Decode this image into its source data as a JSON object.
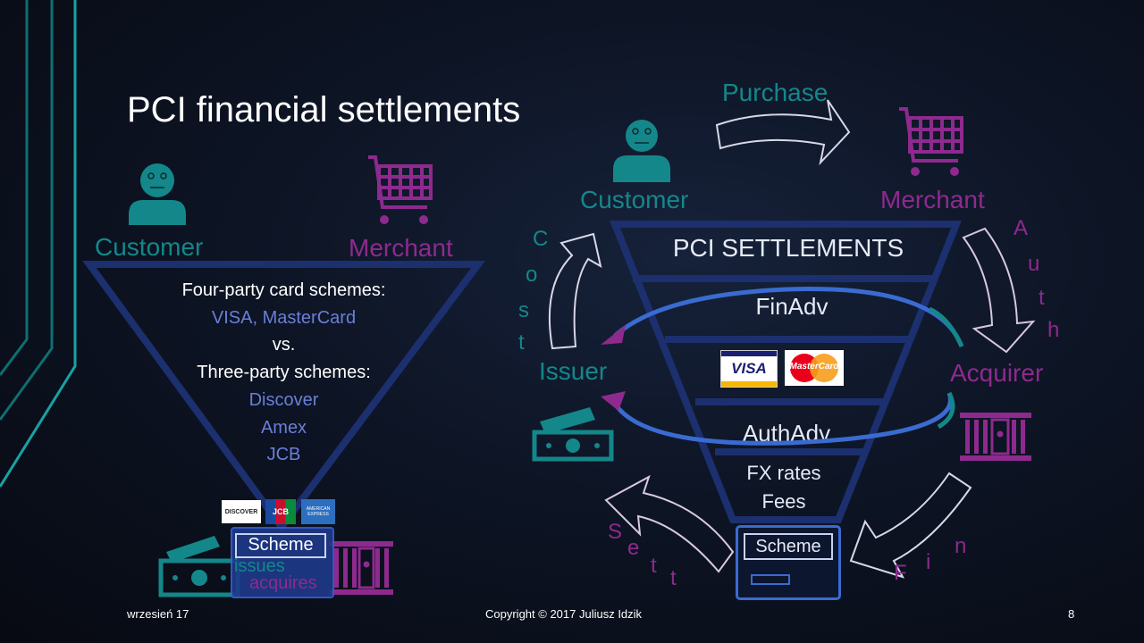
{
  "slide": {
    "title": "PCI financial settlements",
    "footer": {
      "date": "wrzesień 17",
      "copyright": "Copyright © 2017 Juliusz Idzik",
      "page": "8"
    }
  },
  "left": {
    "customer": "Customer",
    "merchant": "Merchant",
    "lines": [
      "Four-party card schemes:",
      "VISA, MasterCard",
      "vs.",
      "Three-party schemes:",
      "Discover",
      "Amex",
      "JCB"
    ],
    "scheme": "Scheme",
    "issues": "issues",
    "acquires": "acquires",
    "logos": [
      "DISCOVER",
      "JCB",
      "AMERICAN EXPRESS"
    ]
  },
  "right": {
    "purchase": "Purchase",
    "customer": "Customer",
    "merchant": "Merchant",
    "funnel": [
      "PCI  SETTLEMENTS",
      "FinAdv",
      "AuthAdv",
      "FX rates",
      "Fees"
    ],
    "issuer": "Issuer",
    "acquirer": "Acquirer",
    "cost": [
      "C",
      "o",
      "s",
      "t"
    ],
    "auth": [
      "A",
      "u",
      "t",
      "h"
    ],
    "sett": [
      "S",
      "e",
      "t",
      "t"
    ],
    "fin": [
      "F",
      "i",
      "n"
    ],
    "scheme": "Scheme",
    "logos": [
      "VISA",
      "MasterCard"
    ]
  },
  "colors": {
    "teal": "#14878a",
    "purple": "#8e2a8e",
    "navy": "#1c2f6e",
    "blue": "#6a7fd8"
  }
}
